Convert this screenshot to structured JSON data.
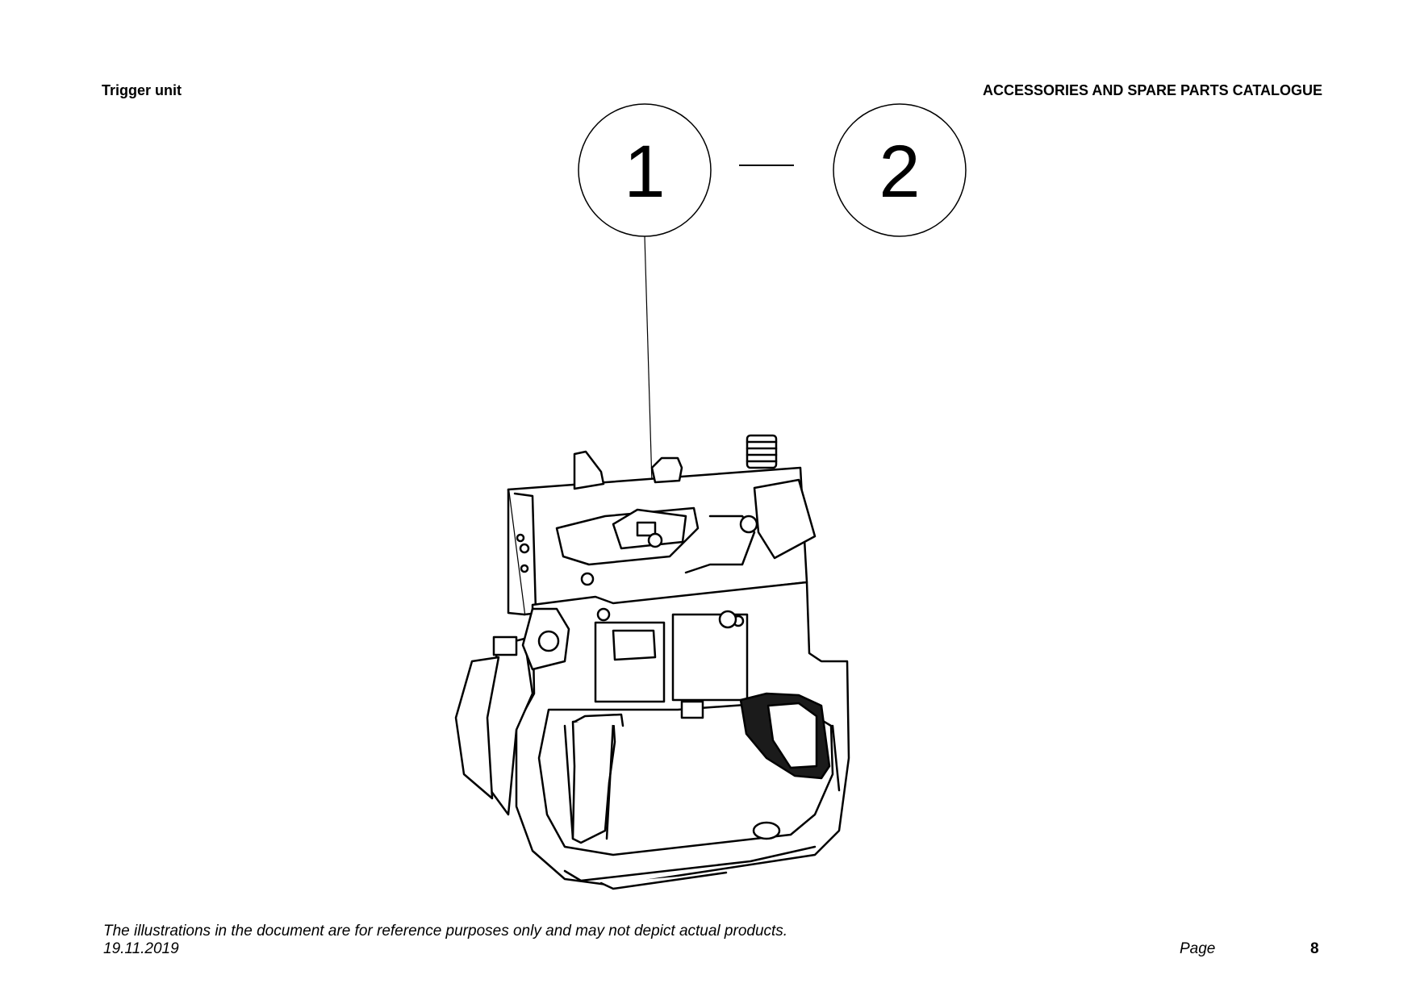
{
  "header": {
    "section_title": "Trigger unit",
    "catalogue_title": "ACCESSORIES AND SPARE PARTS CATALOGUE"
  },
  "figure": {
    "callouts": [
      "1",
      "2"
    ],
    "subject": "trigger-unit-assembly"
  },
  "footer": {
    "disclaimer": "The illustrations in the document are for reference purposes only and may not depict actual products.",
    "date": "19.11.2019",
    "page_label": "Page",
    "page_number": "8"
  }
}
